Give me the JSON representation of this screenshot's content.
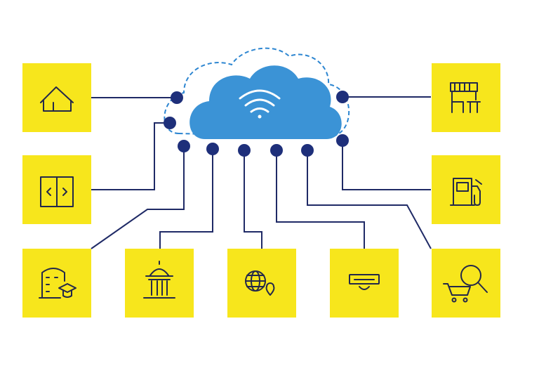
{
  "diagram": {
    "hub": {
      "name": "cloud",
      "icon": "wifi-icon"
    },
    "devices": [
      {
        "id": "home",
        "icon": "house-icon"
      },
      {
        "id": "door",
        "icon": "sliding-door-icon"
      },
      {
        "id": "school",
        "icon": "school-building-graduation-icon"
      },
      {
        "id": "government",
        "icon": "government-building-icon"
      },
      {
        "id": "web",
        "icon": "globe-location-icon"
      },
      {
        "id": "air-conditioner",
        "icon": "air-conditioner-icon"
      },
      {
        "id": "shop",
        "icon": "storefront-icon"
      },
      {
        "id": "fuel",
        "icon": "fuel-pump-icon"
      },
      {
        "id": "shopping",
        "icon": "shopping-cart-search-icon"
      }
    ],
    "colors": {
      "tile": "#f7e61c",
      "cloud": "#3b93d6",
      "cloud_outline": "#2d86d1",
      "node": "#1e2f7a",
      "wire": "#1f2a66",
      "icon": "#23284a"
    }
  }
}
